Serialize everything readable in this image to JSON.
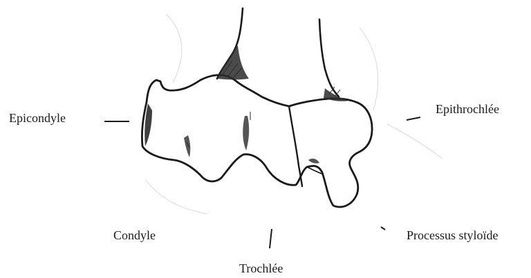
{
  "labels": {
    "epicondyle": "Epicondyle",
    "epithrochlee": "Epithrochlée",
    "condyle": "Condyle",
    "processus": "Processus styloïde",
    "trochlee": "Trochlée"
  },
  "colors": {
    "ink": "#1a1a1a",
    "shade": "#2b2b2b"
  }
}
